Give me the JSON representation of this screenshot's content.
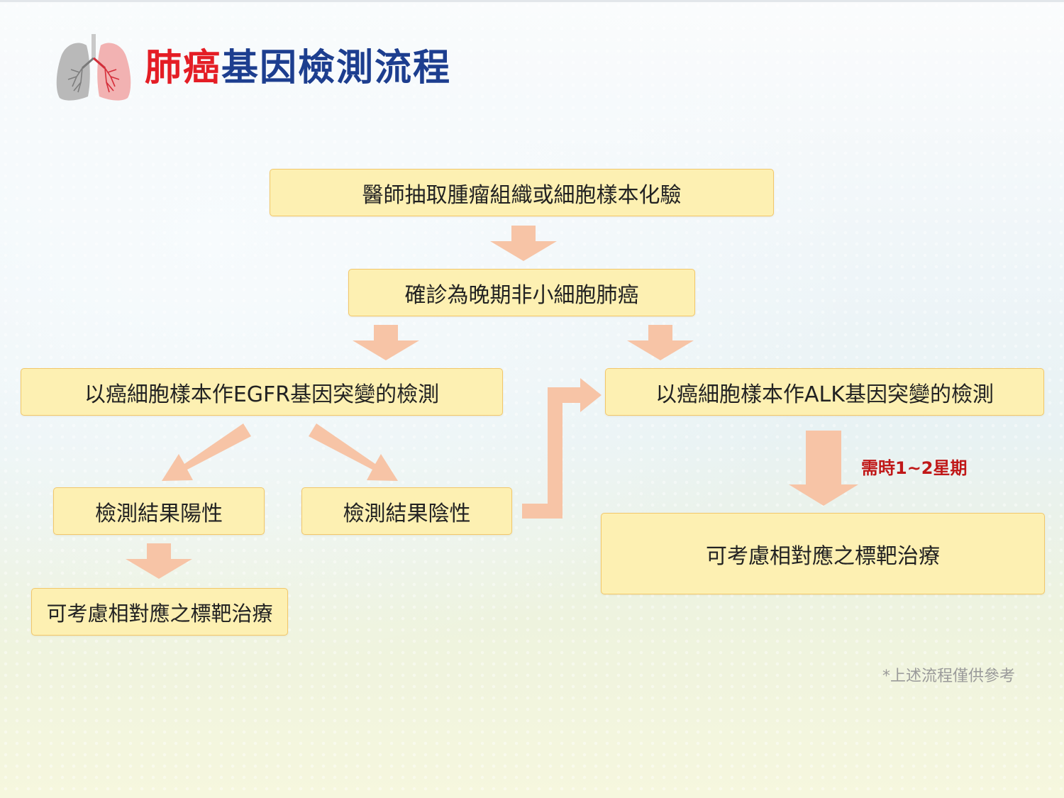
{
  "title": {
    "part1": "肺癌",
    "part2": "基因檢測流程"
  },
  "icons": {
    "lungs": "lungs-icon"
  },
  "colors": {
    "title_red": "#e41d25",
    "title_blue": "#1d3e8f",
    "box_fill": "#fdf0b2",
    "box_border": "#f2c76a",
    "arrow": "#f7c4a6",
    "note_red": "#c01818"
  },
  "boxes": {
    "sample": "醫師抽取腫瘤組織或細胞樣本化驗",
    "diagnosis": "確診為晚期非小細胞肺癌",
    "egfr_test": "以癌細胞樣本作EGFR基因突變的檢測",
    "alk_test": "以癌細胞樣本作ALK基因突變的檢測",
    "positive": "檢測結果陽性",
    "negative": "檢測結果陰性",
    "therapy_left": "可考慮相對應之標靶治療",
    "therapy_right": "可考慮相對應之標靶治療"
  },
  "notes": {
    "time": "需時1~2星期",
    "footnote": "*上述流程僅供參考"
  }
}
